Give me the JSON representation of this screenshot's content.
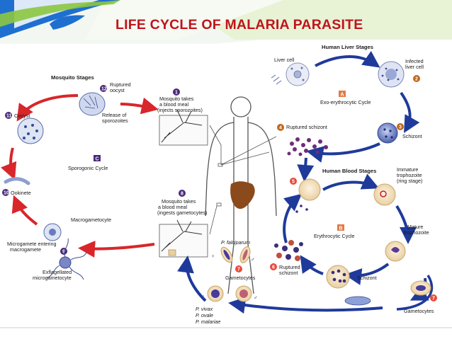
{
  "title": "LIFE CYCLE OF MALARIA PARASITE",
  "colors": {
    "title": "#c0141c",
    "arrow_red": "#d8262b",
    "arrow_blue": "#1f3a9a",
    "cell": "#f7e6c8",
    "liver": "#8a4a1c",
    "banner_blue": "#1f6fd0",
    "banner_green": "#8cc63f"
  },
  "sections": {
    "mosquito": "Mosquito Stages",
    "liver": "Human Liver Stages",
    "blood": "Human Blood Stages"
  },
  "cycles": {
    "A": {
      "letter": "A",
      "label": "Exo-erythrocytic Cycle"
    },
    "B": {
      "letter": "B",
      "label": "Erythrocytic Cycle"
    },
    "C": {
      "letter": "C",
      "label": "Sporogonic Cycle"
    }
  },
  "labels": {
    "liver_cell": "Liver cell",
    "infected_liver_cell": [
      "Infected",
      "liver cell"
    ],
    "schizont_liver": "Schizont",
    "ruptured_schizont_liver": "Ruptured schizont",
    "immature_trophozoite": [
      "Immature",
      "trophozoite",
      "(ring stage)"
    ],
    "mature_trophozoite": [
      "Mature",
      "trophozoite"
    ],
    "schizont_blood": "Schizont",
    "ruptured_schizont_blood": [
      "Ruptured",
      "schizont"
    ],
    "gametocytes_right": "Gametocytes",
    "gametocytes_center": "Gametocytes",
    "p_falciparum": "P. falciparum",
    "p_vivax": "P. vivax",
    "p_ovale": "P. ovale",
    "p_malariae": "P. malariae",
    "mosquito_meal_1": [
      "Mosquito takes",
      "a blood meal",
      "(injects sporozoites)"
    ],
    "mosquito_meal_8": [
      "Mosquito takes",
      "a blood meal",
      "(ingests gametocytes)"
    ],
    "ruptured_oocyst": [
      "Ruptured",
      "oocyst"
    ],
    "release_sporozoites": [
      "Release of",
      "sporozoites"
    ],
    "oocyst": "Oocyst",
    "ookinete": "Ookinete",
    "macrogametocyte": "Macrogametocyte",
    "microgamete_entering": [
      "Microgamete entering",
      "macrogamete"
    ],
    "exflagellated": [
      "Exflagellated",
      "microgametocyte"
    ]
  },
  "step_numbers": {
    "s1": "1",
    "s2": "2",
    "s3": "3",
    "s4": "4",
    "s5": "5",
    "s6": "6",
    "s7a": "7",
    "s7b": "7",
    "s8": "8",
    "s9": "9",
    "s10": "10",
    "s11": "11",
    "s12": "12"
  },
  "sex_symbols": {
    "female": "♀",
    "male": "♂"
  }
}
